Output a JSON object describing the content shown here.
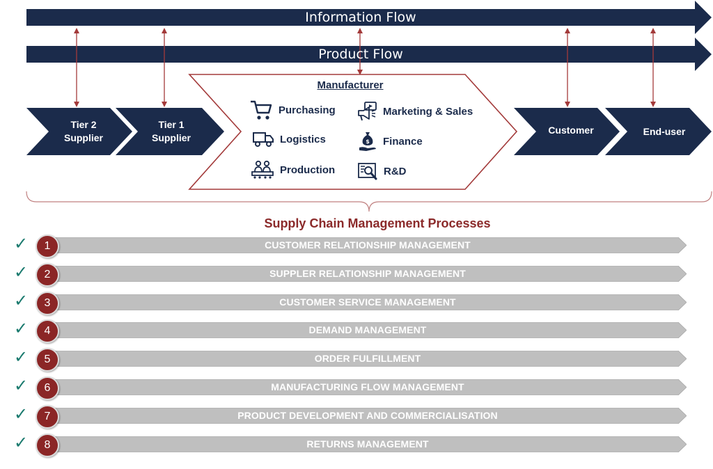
{
  "flows": {
    "information": "Information Flow",
    "product": "Product Flow"
  },
  "chain": {
    "tier2": "Tier 2\nSupplier",
    "tier1": "Tier 1\nSupplier",
    "customer": "Customer",
    "end_user": "End-user"
  },
  "manufacturer": {
    "title": "Manufacturer",
    "functions": [
      {
        "label": "Purchasing",
        "icon": "shopping-cart-icon"
      },
      {
        "label": "Logistics",
        "icon": "delivery-truck-icon"
      },
      {
        "label": "Production",
        "icon": "factory-workers-icon"
      },
      {
        "label": "Marketing & Sales",
        "icon": "marketing-megaphone-icon"
      },
      {
        "label": "Finance",
        "icon": "money-bag-hand-icon"
      },
      {
        "label": "R&D",
        "icon": "research-magnifier-icon"
      }
    ]
  },
  "scm": {
    "title": "Supply Chain Management Processes",
    "processes": [
      {
        "number": "1",
        "label": "CUSTOMER RELATIONSHIP MANAGEMENT"
      },
      {
        "number": "2",
        "label": "SUPPLER RELATIONSHIP MANAGEMENT"
      },
      {
        "number": "3",
        "label": "CUSTOMER SERVICE MANAGEMENT"
      },
      {
        "number": "4",
        "label": "DEMAND MANAGEMENT"
      },
      {
        "number": "5",
        "label": "ORDER FULFILLMENT"
      },
      {
        "number": "6",
        "label": "MANUFACTURING FLOW MANAGEMENT"
      },
      {
        "number": "7",
        "label": "PRODUCT DEVELOPMENT AND COMMERCIALISATION"
      },
      {
        "number": "8",
        "label": "RETURNS MANAGEMENT"
      }
    ]
  },
  "colors": {
    "navy": "#1b2b4b",
    "maroon": "#8b2626",
    "bar_gray": "#bfbfbf",
    "check_teal": "#1a7a6e",
    "connector": "#a33a3a"
  }
}
